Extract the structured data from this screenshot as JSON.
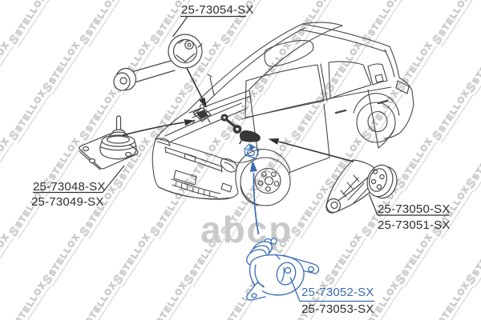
{
  "diagram": {
    "subject": "engine mounting parts diagram on sedan line drawing",
    "background": "#ffffff"
  },
  "watermark": {
    "brand_glyph": "S",
    "brand_text": "STELLOX",
    "center_logo": "abcp"
  },
  "colors": {
    "line_art": "#474747",
    "dark_fill": "#3a3a3a",
    "highlight_blue": "#3a6cb3",
    "label_text": "#2e2e2e",
    "watermark_gray": "#c2c2c2",
    "center_logo_gray": "#c9c9c9"
  },
  "labels": {
    "part_54": {
      "text": "25-73054-SX"
    },
    "part_48": {
      "text": "25-73048-SX"
    },
    "part_49": {
      "text": "25-73049-SX"
    },
    "part_50": {
      "text": "25-73050-SX"
    },
    "part_51": {
      "text": "25-73051-SX"
    },
    "part_52": {
      "text": "25-73052-SX"
    },
    "part_53": {
      "text": "25-73053-SX"
    }
  }
}
